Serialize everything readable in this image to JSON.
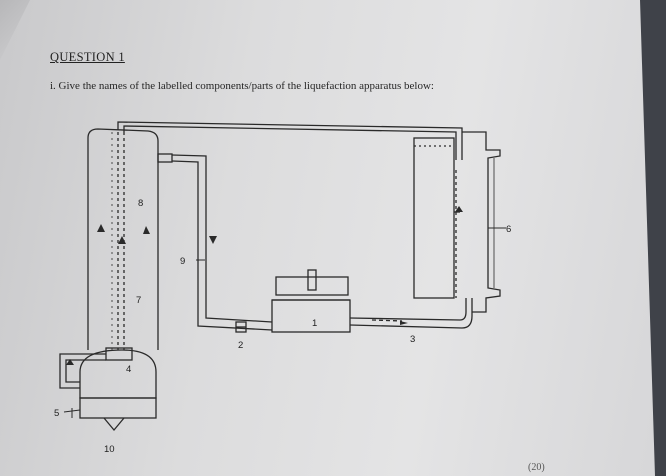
{
  "question": {
    "title": "QUESTION 1",
    "text": "i. Give the names of the labelled components/parts of the liquefaction apparatus below:",
    "marks": "(20)"
  },
  "diagram": {
    "labels": [
      "1",
      "2",
      "3",
      "4",
      "5",
      "6",
      "7",
      "8",
      "9",
      "10"
    ],
    "line_color": "#2a2a2a",
    "paper_color": "#dcdcdd"
  }
}
